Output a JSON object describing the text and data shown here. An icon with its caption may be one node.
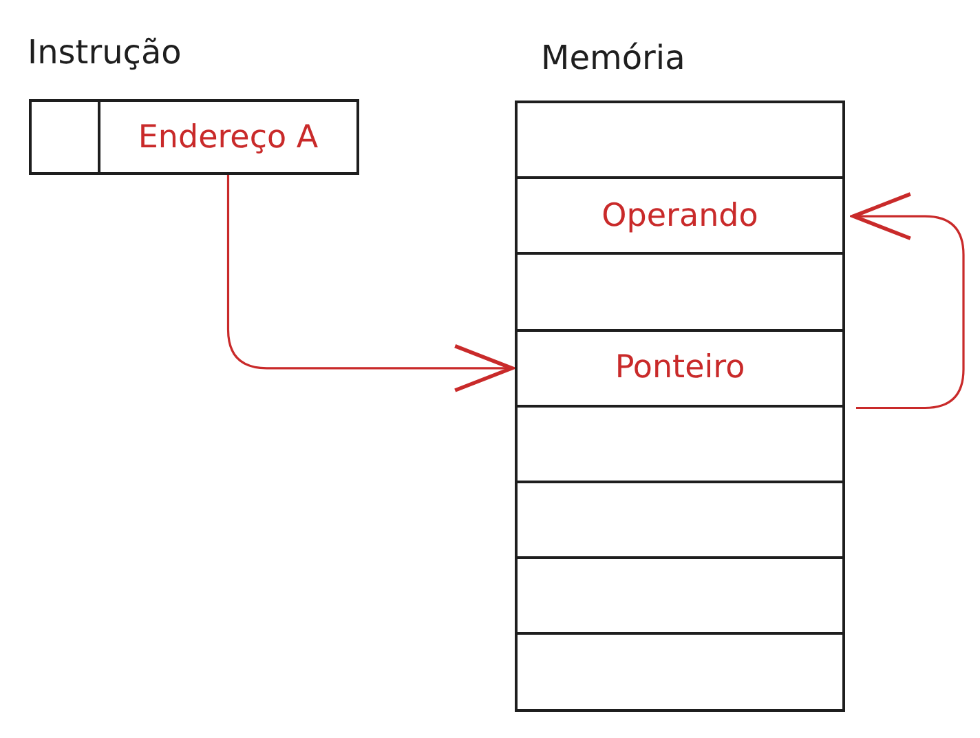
{
  "diagram": {
    "nodes": [
      {
        "text": [
          "Instrução"
        ]
      },
      {
        "text": [],
        "shape": "box",
        "in": 0
      },
      {
        "text": [
          "Endereço A"
        ],
        "in": 0
      },
      {
        "text": [
          "Memória"
        ]
      },
      {
        "text": [],
        "shape": "box",
        "in": 3
      },
      {
        "text": [
          "Operando"
        ],
        "in": 3
      },
      {
        "text": [],
        "shape": "box",
        "in": 3
      },
      {
        "text": [
          "Ponteiro"
        ],
        "in": 3
      },
      {
        "text": [],
        "shape": "box",
        "in": 3
      },
      {
        "text": [],
        "shape": "box",
        "in": 3
      },
      {
        "text": [],
        "shape": "box",
        "in": 3
      },
      {
        "text": [],
        "shape": "box",
        "in": 3
      }
    ],
    "edges": [
      {
        "from": 2,
        "to": 7,
        "arrow": "to"
      },
      {
        "from": 7,
        "to": 5,
        "arrow": "to"
      }
    ]
  }
}
